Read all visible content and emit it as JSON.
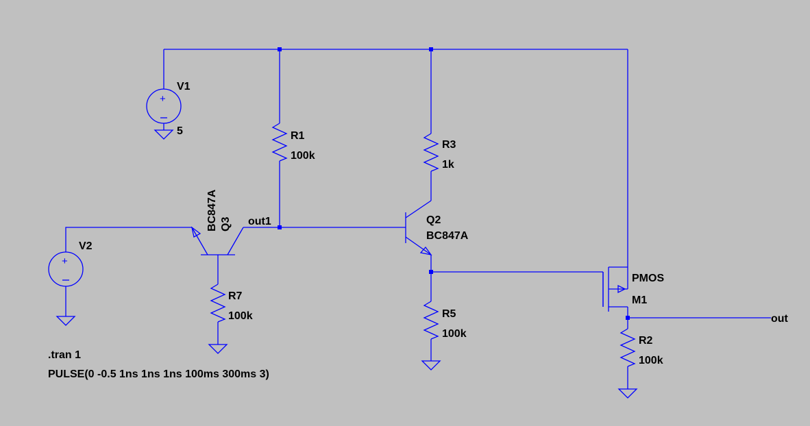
{
  "components": {
    "V1": {
      "name": "V1",
      "value": "5"
    },
    "V2": {
      "name": "V2"
    },
    "R1": {
      "name": "R1",
      "value": "100k"
    },
    "R3": {
      "name": "R3",
      "value": "1k"
    },
    "R5": {
      "name": "R5",
      "value": "100k"
    },
    "R7": {
      "name": "R7",
      "value": "100k"
    },
    "R2": {
      "name": "R2",
      "value": "100k"
    },
    "Q2": {
      "name": "Q2",
      "model": "BC847A"
    },
    "Q3": {
      "name": "Q3",
      "model": "BC847A"
    },
    "M1": {
      "name": "M1",
      "model": "PMOS"
    }
  },
  "nets": {
    "out1": "out1",
    "out": "out"
  },
  "directives": {
    "tran": ".tran 1",
    "pulse": "PULSE(0 -0.5 1ns 1ns 1ns 100ms 300ms 3)"
  },
  "colors": {
    "background": "#c0c0c0",
    "wire": "#0000ff",
    "text": "#000000"
  }
}
